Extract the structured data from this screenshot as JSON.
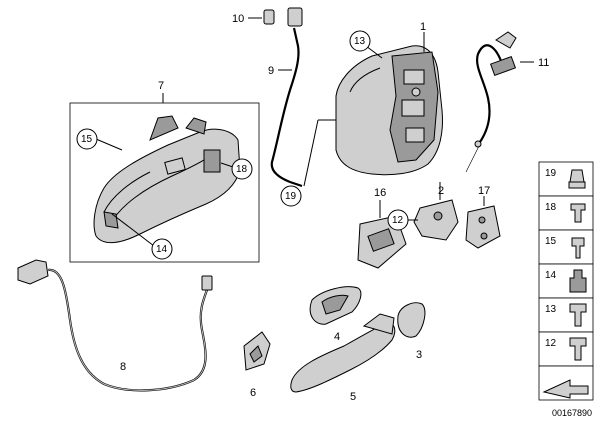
{
  "diagram": {
    "part_labels": [
      "1",
      "2",
      "3",
      "4",
      "5",
      "6",
      "7",
      "8",
      "9",
      "10",
      "11"
    ],
    "circled_labels": [
      "13",
      "15",
      "18",
      "19",
      "16",
      "12",
      "17",
      "14"
    ],
    "side_panel": [
      "19",
      "18",
      "15",
      "14",
      "13",
      "12"
    ],
    "diagram_id": "00167890"
  }
}
